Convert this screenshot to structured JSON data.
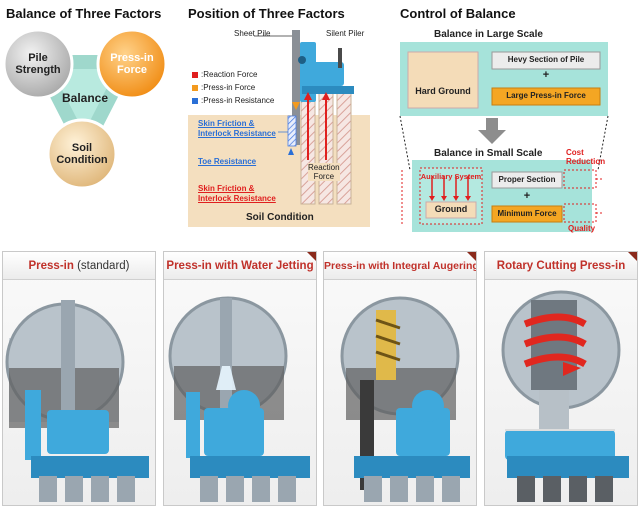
{
  "panel1": {
    "title": "Balance of Three Factors",
    "center_label": "Balance",
    "factors": {
      "pile_strength": [
        "Pile",
        "Strength"
      ],
      "press_in_force": [
        "Press-in",
        "Force"
      ],
      "soil_condition": [
        "Soil",
        "Condition"
      ]
    },
    "colors": {
      "pile": "#b9b9b9",
      "press": "#f39a1e",
      "soil": "#e7c48c",
      "triangle": "#b8eadf"
    }
  },
  "panel2": {
    "title": "Position of Three Factors",
    "labels": {
      "sheet_pile": "Sheet Pile",
      "silent_piler": "Silent Piler",
      "reaction_force_legend": ":Reaction Force",
      "press_in_force_legend": ":Press-in Force",
      "press_in_resistance_legend": ":Press-in Resistance",
      "skin_friction_top": [
        "Skin Friction &",
        "Interlock Resistance"
      ],
      "toe_resistance": "Toe Resistance",
      "skin_friction_bottom": [
        "Skin Friction &",
        "Interlock Resistance"
      ],
      "reaction_force": [
        "Reaction",
        "Force"
      ],
      "soil_condition": "Soil Condition"
    },
    "colors": {
      "reaction": "#e01f1f",
      "press": "#f39a1e",
      "resistance": "#2a6fd6",
      "soil": "#f4dfbf",
      "machine": "#3fa9dc"
    }
  },
  "panel3": {
    "title": "Control of Balance",
    "large": {
      "title": "Balance in Large Scale",
      "hard_ground": "Hard Ground",
      "section": "Hevy Section of Pile",
      "plus": "+",
      "force": "Large Press-in Force"
    },
    "small": {
      "title": "Balance in Small Scale",
      "auxiliary": "Auxiliary System",
      "ground": "Ground",
      "section": "Proper Section",
      "plus": "+",
      "force": "Minimum Force"
    },
    "cost_reduction": [
      "Cost",
      "Reduction"
    ],
    "quality": "Quality"
  },
  "cards": [
    {
      "title": "Press-in",
      "suffix": " (standard)"
    },
    {
      "title": "Press-in with Water Jetting",
      "suffix": ""
    },
    {
      "title": "Press-in with Integral Augering",
      "suffix": ""
    },
    {
      "title": "Rotary Cutting Press-in",
      "suffix": ""
    }
  ]
}
